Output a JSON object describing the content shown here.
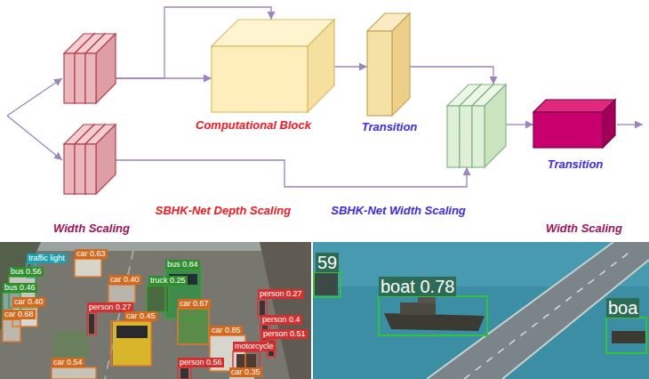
{
  "diagram": {
    "nodes": [
      {
        "text": []
      },
      {
        "text": [
          "Width Scaling"
        ]
      },
      {
        "text": [
          "Computational Block"
        ]
      },
      {
        "text": [
          "Transition"
        ]
      },
      {
        "text": []
      },
      {
        "text": [
          "Transition",
          "Width Scaling"
        ]
      }
    ],
    "edges": [
      {
        "from": 0,
        "to": 2,
        "arrow": "to"
      },
      {
        "from": 0,
        "to": 2,
        "arrow": "to"
      },
      {
        "from": 2,
        "to": 3,
        "arrow": "to"
      },
      {
        "from": 3,
        "to": 4,
        "arrow": "to"
      },
      {
        "from": 1,
        "to": 4,
        "arrow": "to"
      },
      {
        "from": 4,
        "to": 5,
        "arrow": "to"
      }
    ],
    "labels": [
      "SBHK-Net Depth Scaling",
      "SBHK-Net Width Scaling",
      "traffic light",
      "car 0.63",
      "bus 0.84",
      "bus 0.56",
      "bus 0.46",
      "car 0.40",
      "truck 0.25",
      "car 0.40",
      "person 0.27",
      "car 0.68",
      "car 0.45",
      "car 0.67",
      "person 0.27",
      "person 0.4",
      "car 0.85",
      "person 0.51",
      "motorcycle",
      "person 0.56",
      "car 0.54",
      "car 0.35",
      "59",
      "boat 0.78",
      "boa"
    ]
  }
}
